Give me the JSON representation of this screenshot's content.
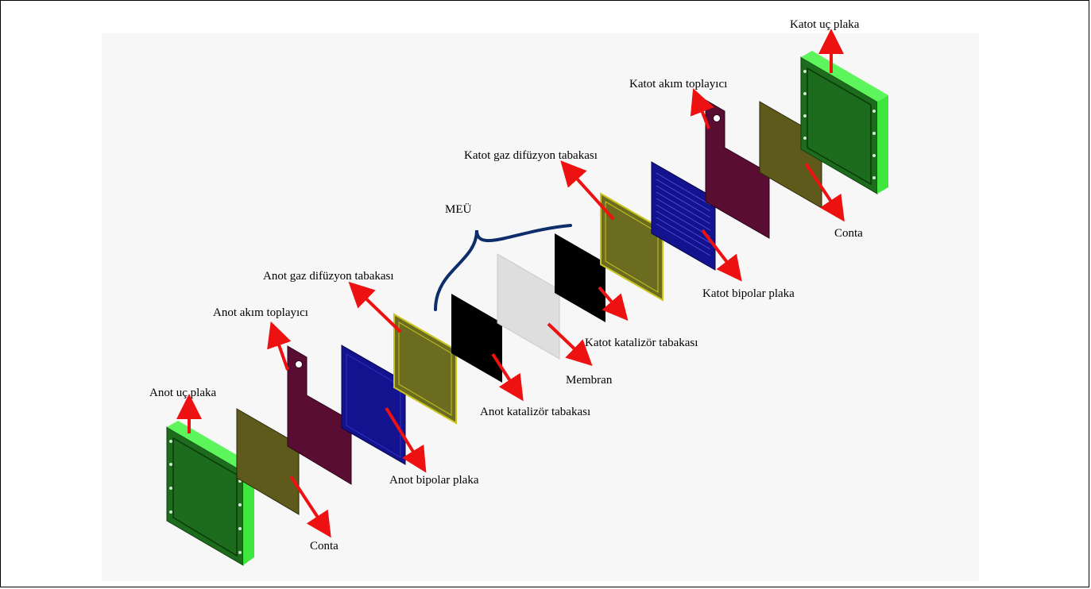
{
  "labels": {
    "anot_uc_plaka": "Anot uç plaka",
    "conta_left": "Conta",
    "anot_akim_toplayici": "Anot akım toplayıcı",
    "anot_bipolar_plaka": "Anot bipolar plaka",
    "anot_gaz_difuzyon": "Anot gaz difüzyon tabakası",
    "anot_katalizor": "Anot katalizör tabakası",
    "meu": "MEÜ",
    "membran": "Membran",
    "katot_katalizor": "Katot katalizör tabakası",
    "katot_gaz_difuzyon": "Katot gaz difüzyon tabakası",
    "katot_bipolar_plaka": "Katot bipolar plaka",
    "katot_akim_toplayici": "Katot akım toplayıcı",
    "conta_right": "Conta",
    "katot_uc_plaka": "Katot uç plaka"
  },
  "colors": {
    "end_plate_face": "#1d6b1d",
    "end_plate_edge": "#3ee63e",
    "gasket": "#5e5a1c",
    "current_collector": "#5a0d33",
    "bipolar_plate": "#13138f",
    "gas_diffusion": "#6b6c1f",
    "gas_diffusion_border": "#c9c41f",
    "catalyst": "#000000",
    "membrane": "#dedede",
    "arrow": "#ee1111",
    "brace": "#0d2d6b"
  }
}
